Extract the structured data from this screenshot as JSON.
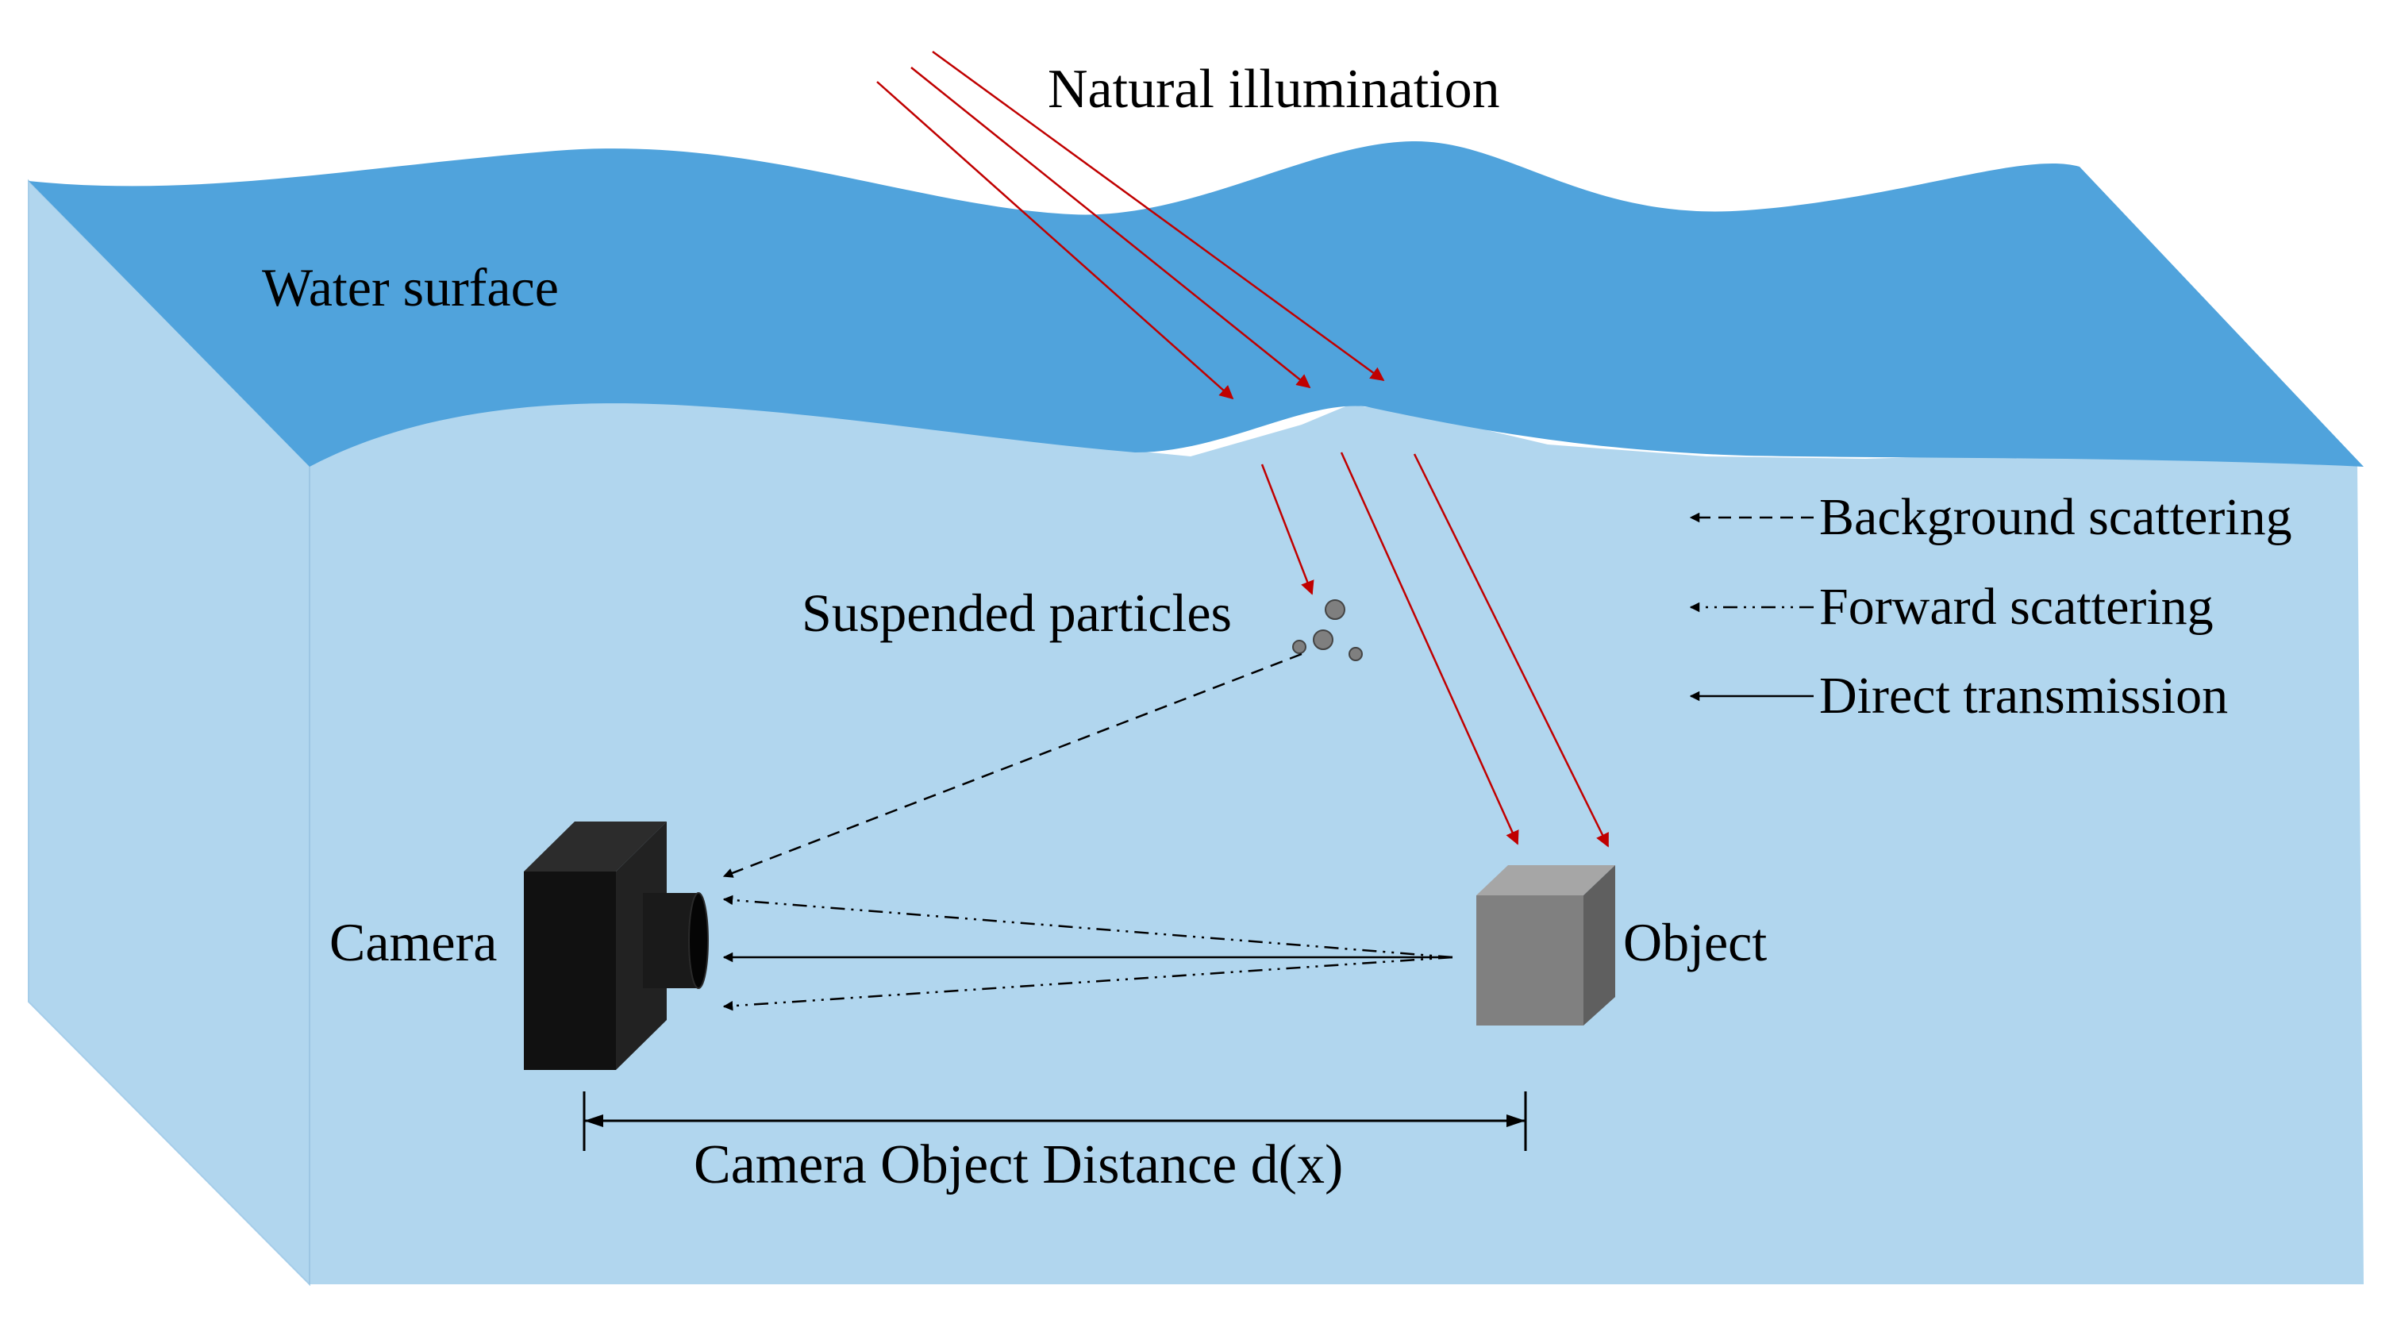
{
  "labels": {
    "natural_illumination": "Natural illumination",
    "water_surface": "Water surface",
    "suspended_particles": "Suspended particles",
    "camera": "Camera",
    "object": "Object",
    "distance": "Camera Object Distance d(x)"
  },
  "legend": [
    {
      "label": "Background scattering",
      "style": "dashed"
    },
    {
      "label": "Forward scattering",
      "style": "dash-dot"
    },
    {
      "label": "Direct transmission",
      "style": "solid"
    }
  ],
  "colors": {
    "water_surface": "#50a3dc",
    "water_body": "#b1d6ee",
    "light_ray": "#c00000",
    "camera_body": "#111111",
    "object": "#808080",
    "particles": "#7f7f7f"
  }
}
